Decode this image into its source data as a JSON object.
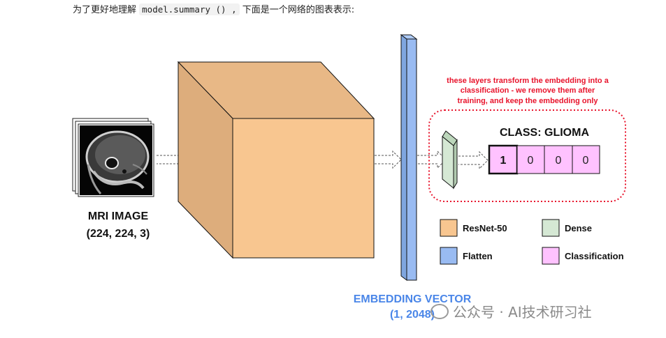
{
  "caption": {
    "prefix": "为了更好地理解",
    "code": "model.summary () ,",
    "suffix": "下面是一个网络的图表表示:"
  },
  "input": {
    "title": "MRI IMAGE",
    "shape": "(224, 224, 3)"
  },
  "embedding": {
    "title": "EMBEDDING VECTOR",
    "shape": "(1, 2048)"
  },
  "note": {
    "line1": "these layers transform the embedding into a",
    "line2": "classification - we remove them after",
    "line3": "training, and keep the embedding only"
  },
  "classification": {
    "title": "CLASS: GLIOMA",
    "cells": [
      "1",
      "0",
      "0",
      "0"
    ]
  },
  "legend": [
    {
      "label": "ResNet-50",
      "color": "#f8c690"
    },
    {
      "label": "Dense",
      "color": "#d5e8d4"
    },
    {
      "label": "Flatten",
      "color": "#99bbf2"
    },
    {
      "label": "Classification",
      "color": "#ffc2ff"
    }
  ],
  "colors": {
    "resnet_front": "#f8c690",
    "resnet_top": "#e8b886",
    "resnet_side": "#ddad7c",
    "flatten": "#99bbf2",
    "dense": "#d5e8d4",
    "classification": "#ffc2ff",
    "note": "#e8142c",
    "embedding_label": "#4a86e8"
  },
  "watermark": {
    "text": "公众号 · AI技术研习社"
  }
}
